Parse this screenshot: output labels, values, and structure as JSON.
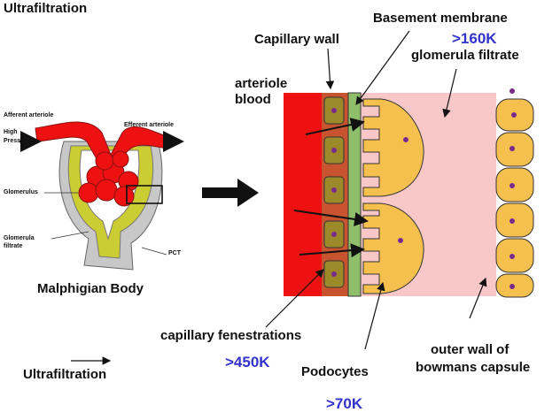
{
  "title": "Ultrafiltration",
  "colors": {
    "blood": "#ee1111",
    "wall": "#8fbf6a",
    "filtrate": "#f8c8c8",
    "cell": "#f6c04e",
    "nucleus": "#7a2a8a",
    "size_label": "#3333cc"
  },
  "left_diagram": {
    "afferent": "Afferent arteriole",
    "efferent": "Efferent arteriole",
    "pressure": [
      "High",
      "Pressure"
    ],
    "glomerulus": "Glomerulus",
    "filtrate": [
      "Glomerula",
      "filtrate"
    ],
    "pct": "PCT",
    "caption": "Malphigian Body"
  },
  "right_diagram": {
    "basement_membrane": "Basement membrane",
    "capillary_wall": "Capillary wall",
    "arteriole_blood": [
      "arteriole",
      "blood"
    ],
    "size_160k": ">160K",
    "glomerula_filtrate": "glomerula filtrate",
    "capillary_fenestrations": "capillary fenestrations",
    "size_450k": ">450K",
    "podocytes": "Podocytes",
    "size_70k": ">70K",
    "outer_wall": [
      "outer wall of",
      "bowmans capsule"
    ]
  },
  "legend": {
    "label": "Ultrafiltration"
  }
}
